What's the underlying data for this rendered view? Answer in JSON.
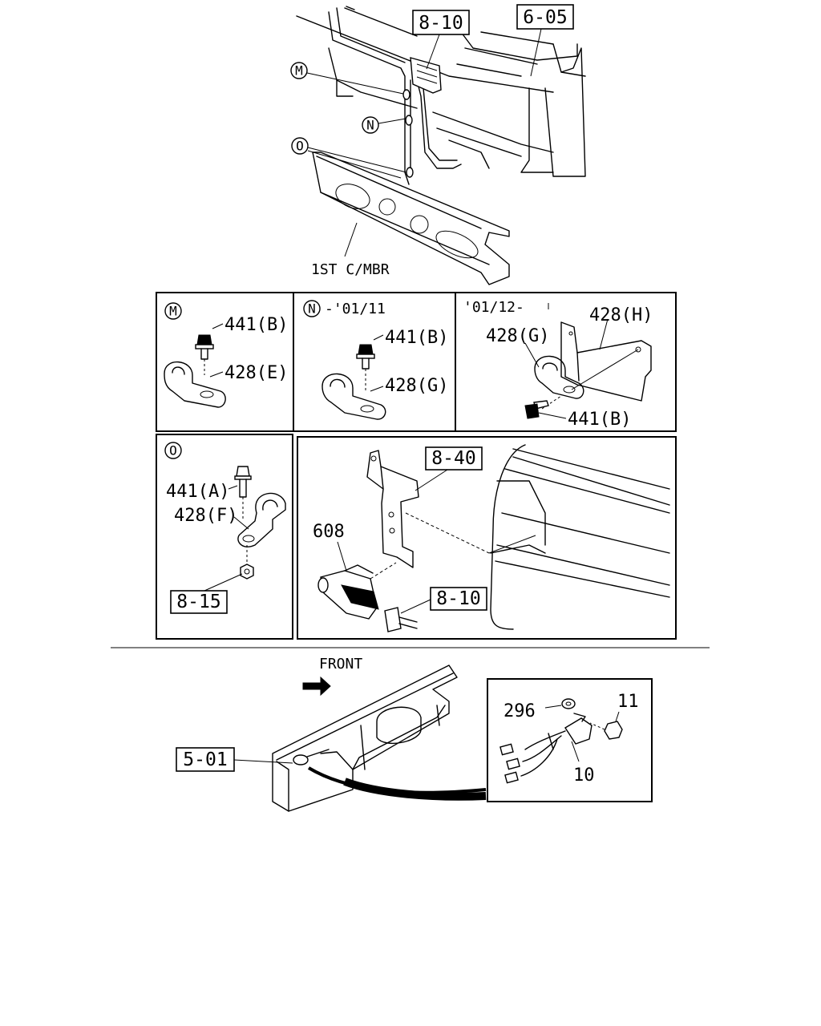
{
  "top_view": {
    "refs": {
      "r_810": "8-10",
      "r_605": "6-05"
    },
    "callouts": {
      "m": "M",
      "n": "N",
      "o": "O"
    },
    "crossmember_label": "1ST C/MBR"
  },
  "panel_m": {
    "callout": "M",
    "bolt": "441(B)",
    "clip": "428(E)"
  },
  "panel_n": {
    "callout": "N",
    "period": "-'01/11",
    "bolt": "441(B)",
    "clip": "428(G)"
  },
  "panel_n2": {
    "period": "'01/12-",
    "bracket": "428(H)",
    "clip": "428(G)",
    "bolt": "441(B)"
  },
  "panel_o": {
    "callout": "O",
    "bolt": "441(A)",
    "clip": "428(F)",
    "ref": "8-15"
  },
  "panel_switch": {
    "ref_bracket": "8-40",
    "switch_part": "608",
    "ref_connector": "8-10"
  },
  "bottom_view": {
    "direction": "FRONT",
    "ref_frame": "5-01",
    "washer": "296",
    "bolt": "11",
    "sensor": "10"
  }
}
